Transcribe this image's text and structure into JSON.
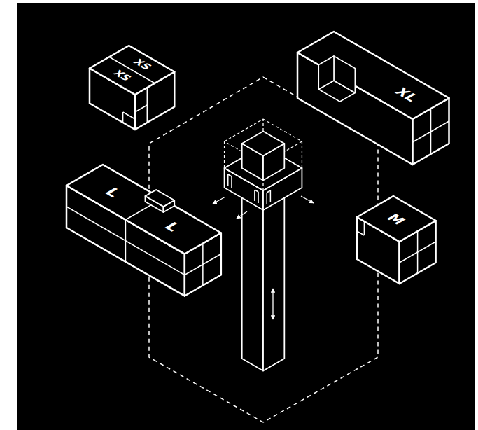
{
  "diagram": {
    "nodes": [
      {
        "text": [
          "XS",
          "XS"
        ]
      },
      {
        "text": [
          "XL"
        ]
      },
      {
        "text": [
          "L",
          "L"
        ]
      },
      {
        "text": [
          "M"
        ]
      }
    ]
  }
}
